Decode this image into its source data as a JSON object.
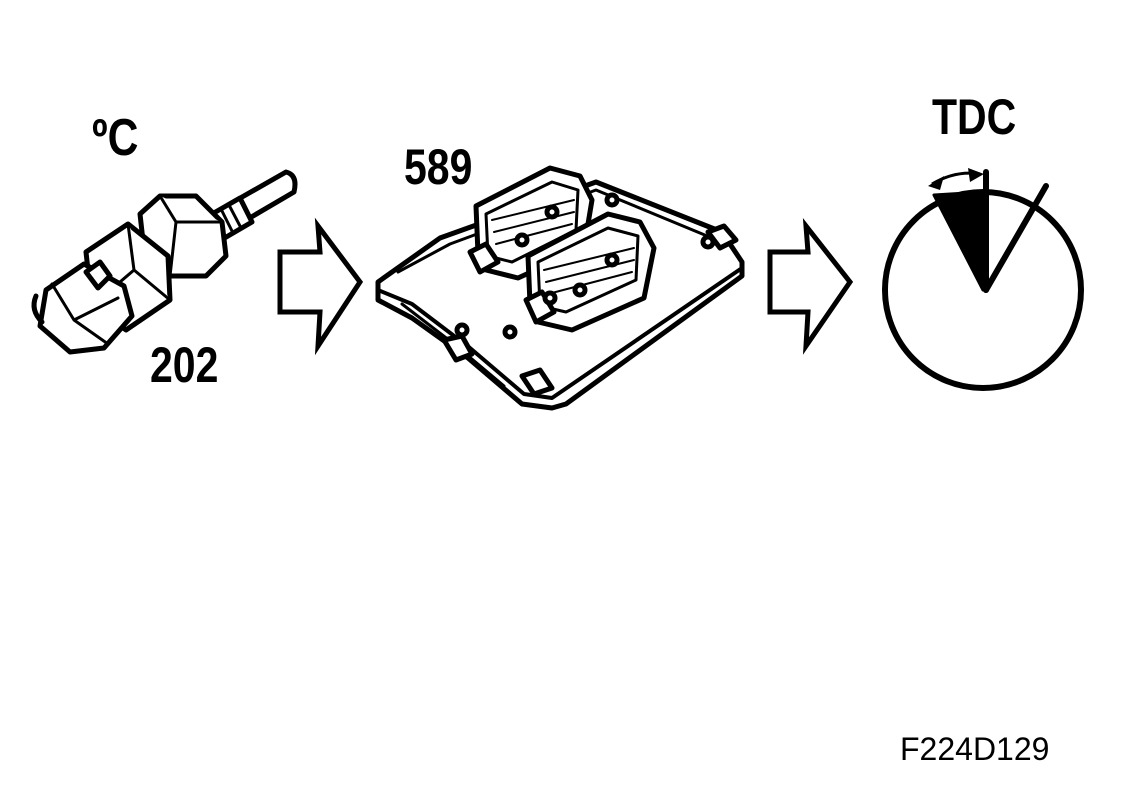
{
  "labels": {
    "temperature_unit": "ºC",
    "sensor_number": "202",
    "control_module_number": "589",
    "tdc": "TDC",
    "figure_code": "F224D129"
  },
  "icons": [
    "temperature-sensor-icon",
    "flow-arrow-icon",
    "control-module-icon",
    "flow-arrow-icon",
    "ignition-timing-dial-icon"
  ],
  "colors": {
    "line": "#000000",
    "background": "#ffffff"
  }
}
